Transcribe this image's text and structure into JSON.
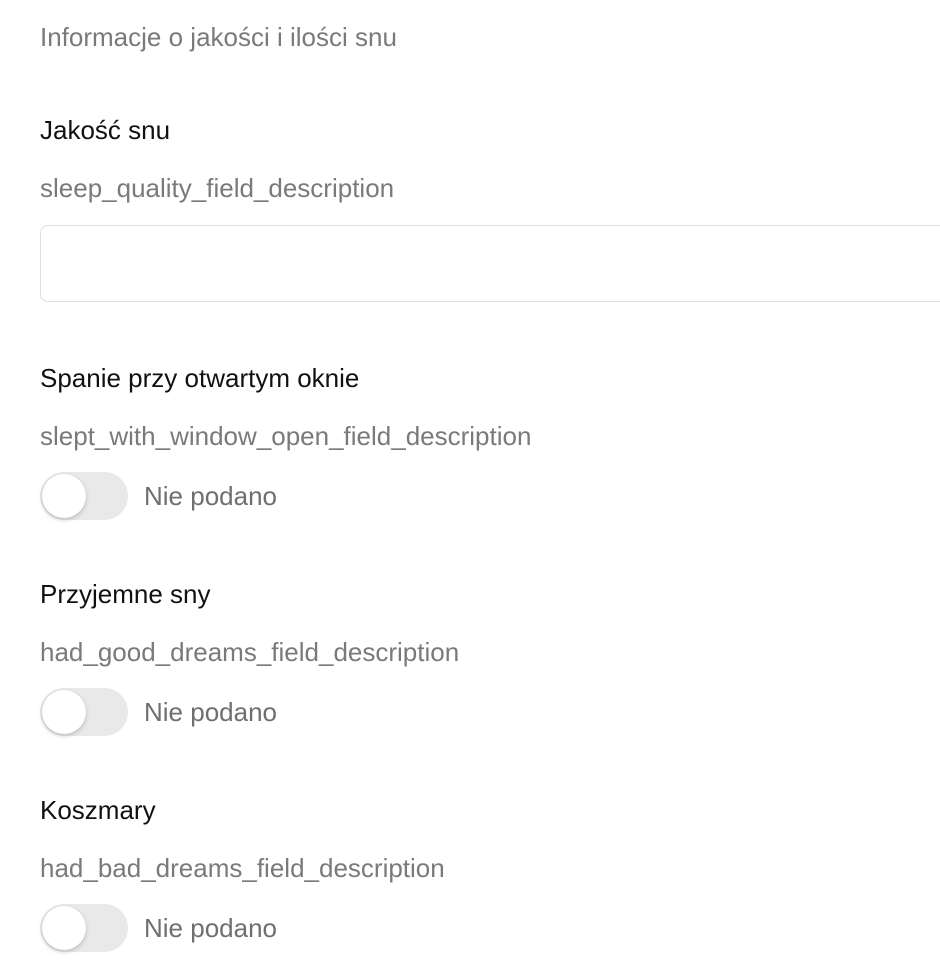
{
  "header": {
    "subtitle": "Informacje o jakości i ilości snu"
  },
  "fields": {
    "sleep_quality": {
      "label": "Jakość snu",
      "description": "sleep_quality_field_description",
      "value": ""
    },
    "slept_with_window_open": {
      "label": "Spanie przy otwartym oknie",
      "description": "slept_with_window_open_field_description",
      "state_text": "Nie podano"
    },
    "had_good_dreams": {
      "label": "Przyjemne sny",
      "description": "had_good_dreams_field_description",
      "state_text": "Nie podano"
    },
    "had_bad_dreams": {
      "label": "Koszmary",
      "description": "had_bad_dreams_field_description",
      "state_text": "Nie podano"
    }
  }
}
